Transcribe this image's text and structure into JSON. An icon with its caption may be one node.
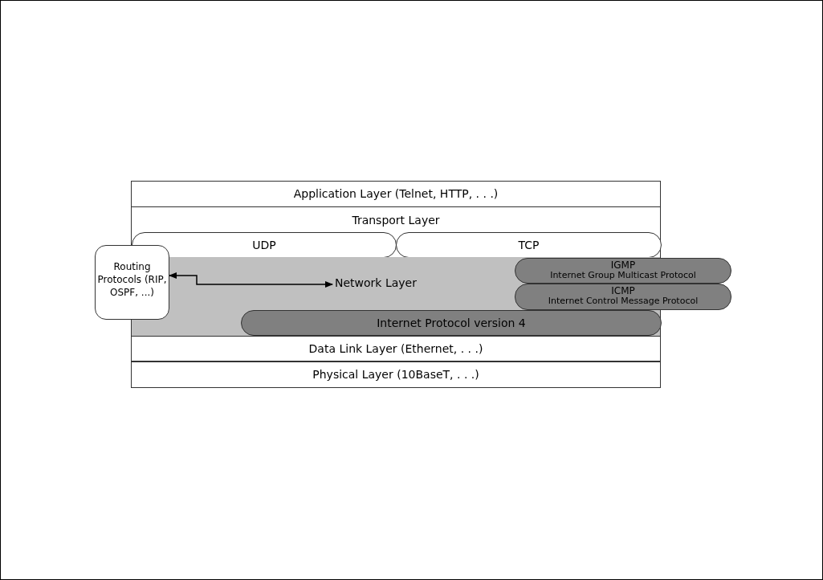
{
  "diagram": {
    "nodes": [
      {
        "text": [
          "Application Layer (Telnet, HTTP, . . .)"
        ]
      },
      {
        "text": [
          "Transport Layer"
        ]
      },
      {
        "text": [
          "UDP"
        ],
        "in": 1
      },
      {
        "text": [
          "TCP"
        ],
        "in": 1
      },
      {
        "text": [
          "Network Layer"
        ]
      },
      {
        "text": [
          "Routing Protocols (RIP, OSPF, ...)"
        ]
      },
      {
        "text": [
          "IGMP",
          "Internet Group Multicast Protocol"
        ]
      },
      {
        "text": [
          "ICMP",
          "Internet Control Message Protocol"
        ]
      },
      {
        "text": [
          "Internet Protocol version 4"
        ],
        "in": 4
      },
      {
        "text": [
          "Data Link Layer (Ethernet, . . .)"
        ]
      },
      {
        "text": [
          "Physical Layer (10BaseT, . . .)"
        ]
      }
    ],
    "edges": [
      {
        "from": 5,
        "to": 4,
        "arrow": "both"
      }
    ]
  }
}
